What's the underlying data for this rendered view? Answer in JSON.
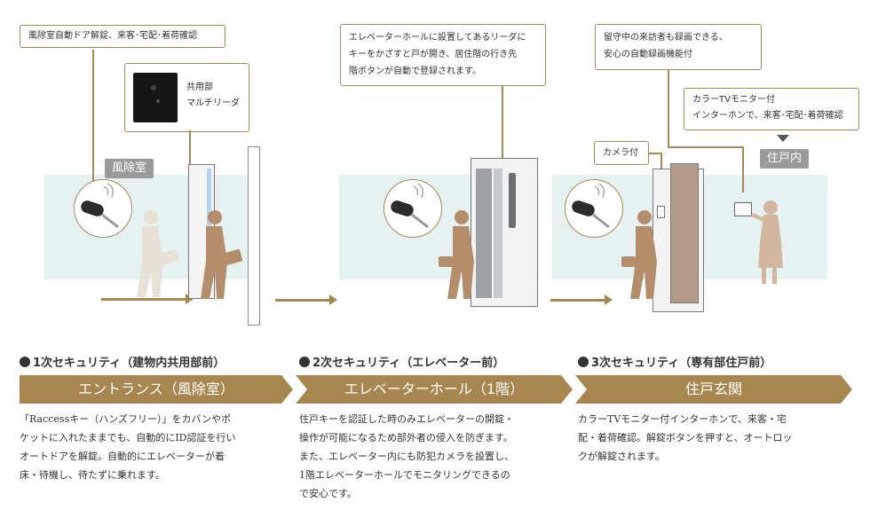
{
  "scene1": {
    "callout_top": "風除室自動ドア解錠、来客･宅配･着荷確認",
    "reader_label_line1": "共用部",
    "reader_label_line2": "マルチリーダ",
    "room_tag": "風除室"
  },
  "scene2": {
    "callout_line1": "エレベーターホールに設置してあるリーダに",
    "callout_line2": "キーをかざすと戸が開き、居住階の行き先",
    "callout_line3": "階ボタンが自動で登録されます。"
  },
  "scene3": {
    "callout_top_line1": "留守中の来訪者も録画できる、",
    "callout_top_line2": "安心の自動録画機能付",
    "callout_monitor_line1": "カラーTVモニター付",
    "callout_monitor_line2": "インターホンで、来客･宅配･着荷確認",
    "camera_label": "カメラ付",
    "room_tag": "住戸内"
  },
  "sections": [
    {
      "heading": "1次セキュリティ（建物内共用部前）",
      "banner": "エントランス（風除室）",
      "desc": "「Raccessキー（ハンズフリー）」をカバンやポ\nケットに入れたままでも、自動的にID認証を行い\nオートドアを解錠。自動的にエレベーターが着\n床・待機し、待たずに乗れます。"
    },
    {
      "heading": "2次セキュリティ（エレベーター前）",
      "banner": "エレベーターホール（1階）",
      "desc": "住戸キーを認証した時のみエレベーターの開錠・\n操作が可能になるため部外者の侵入を防ぎます。\nまた、エレベーター内にも防犯カメラを設置し、\n1階エレベーターホールでモニタリングできるの\nで安心です。"
    },
    {
      "heading": "3次セキュリティ（専有部住戸前）",
      "banner": "住戸玄関",
      "desc": "カラーTVモニター付インターホンで、来客・宅\n配・着荷確認。解錠ボタンを押すと、オートロッ\nクが解錠されます。"
    }
  ],
  "colors": {
    "accent": "#a8864f",
    "room_tag": "#9a9a9a",
    "wall_tint": "#e6f1f1"
  }
}
